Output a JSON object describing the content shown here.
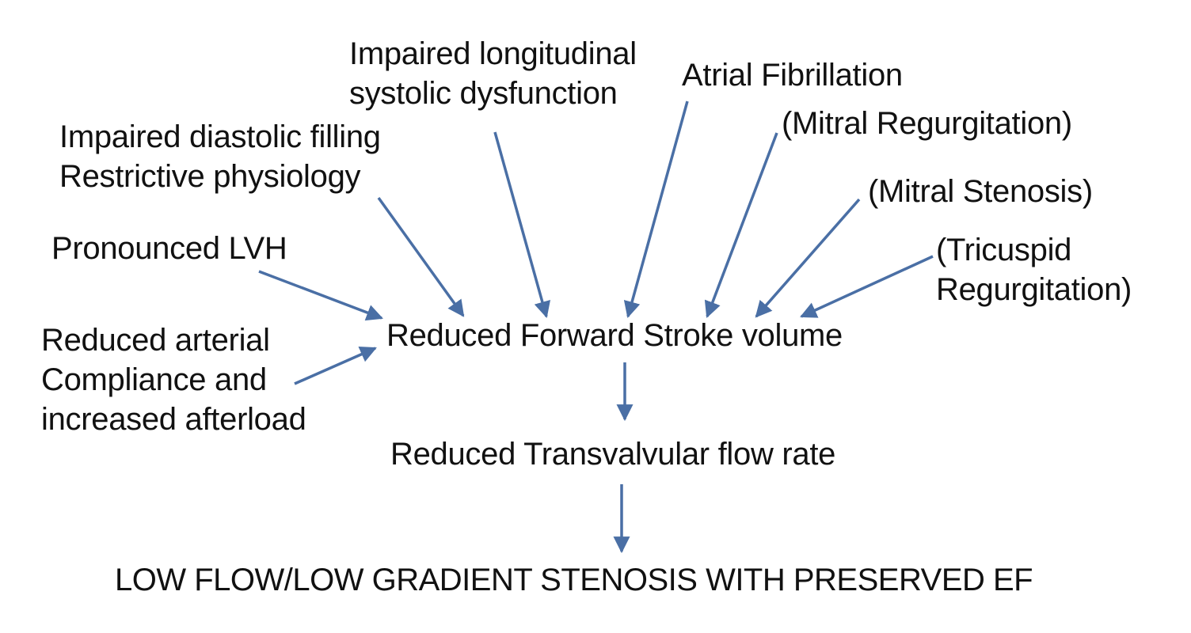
{
  "causes": {
    "pronounced_lvh": [
      "Pronounced LVH"
    ],
    "diastolic": [
      "Impaired diastolic filling",
      "Restrictive physiology"
    ],
    "longitudinal": [
      "Impaired longitudinal",
      "systolic dysfunction"
    ],
    "afib": [
      "Atrial Fibrillation"
    ],
    "mitral_regurg": [
      "(Mitral Regurgitation)"
    ],
    "mitral_stenosis": [
      "(Mitral Stenosis)"
    ],
    "tricuspid": [
      "(Tricuspid",
      "Regurgitation)"
    ],
    "arterial": [
      "Reduced arterial",
      "Compliance and",
      "increased afterload"
    ]
  },
  "center": "Reduced Forward Stroke volume",
  "flow": "Reduced Transvalvular flow rate",
  "result": "LOW FLOW/LOW GRADIENT STENOSIS WITH PRESERVED EF",
  "colors": {
    "arrow": "#4a6fa5",
    "text": "#111111",
    "background": "#ffffff"
  }
}
